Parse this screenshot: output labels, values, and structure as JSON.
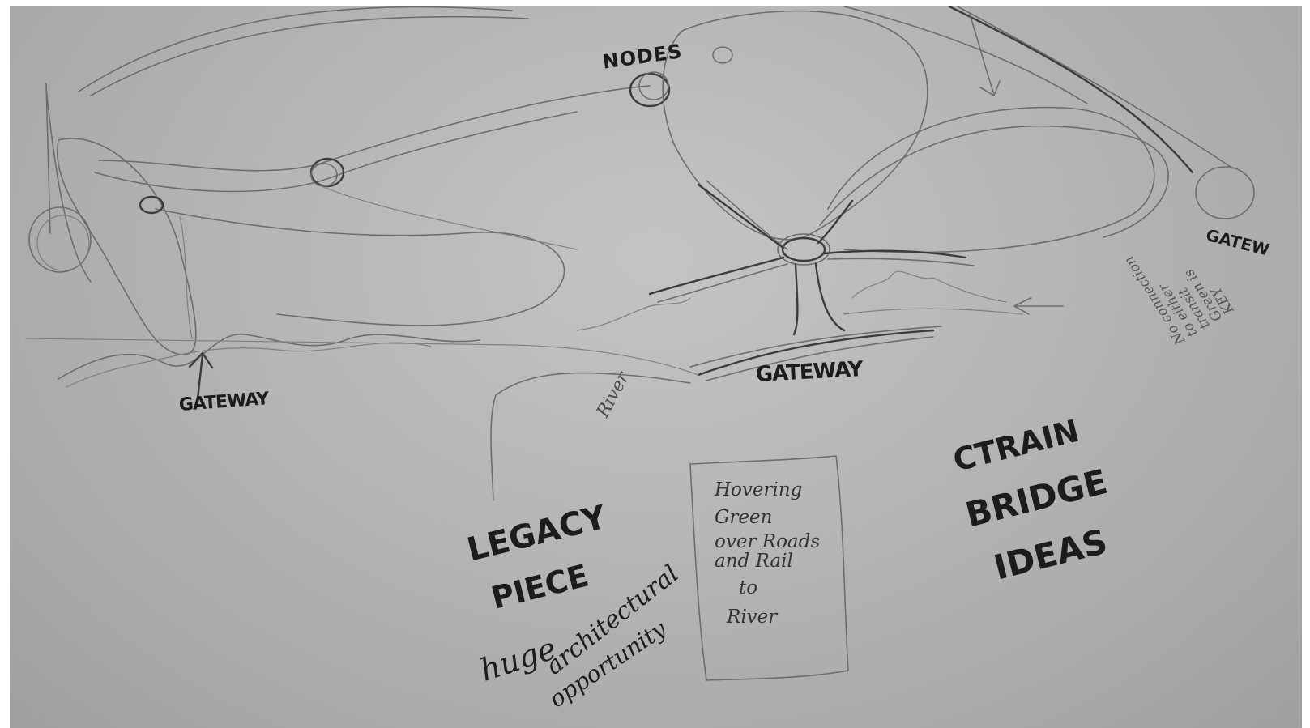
{
  "labels": {
    "nodes": "NODES",
    "gateway_left": "GATEWAY",
    "gateway_center": "GATEWAY",
    "gateway_right": "GATEW",
    "river": "River",
    "legacy_line1": "LEGACY",
    "legacy_line2": "PIECE",
    "huge": "huge",
    "architectural": "architectural",
    "opportunity": "opportunity",
    "ctrain_line1": "CTRAIN",
    "ctrain_line2": "BRIDGE",
    "ctrain_line3": "IDEAS"
  },
  "box_note": [
    "Hovering",
    "Green",
    "over Roads",
    "and Rail",
    "to",
    "River"
  ],
  "side_note": [
    "No connection",
    "to either",
    "transit",
    "Green is",
    "KEY"
  ],
  "colors": {
    "paper": "#b5b5b5",
    "pencil": "#6d6d6d",
    "ink": "#1d1d1d"
  }
}
